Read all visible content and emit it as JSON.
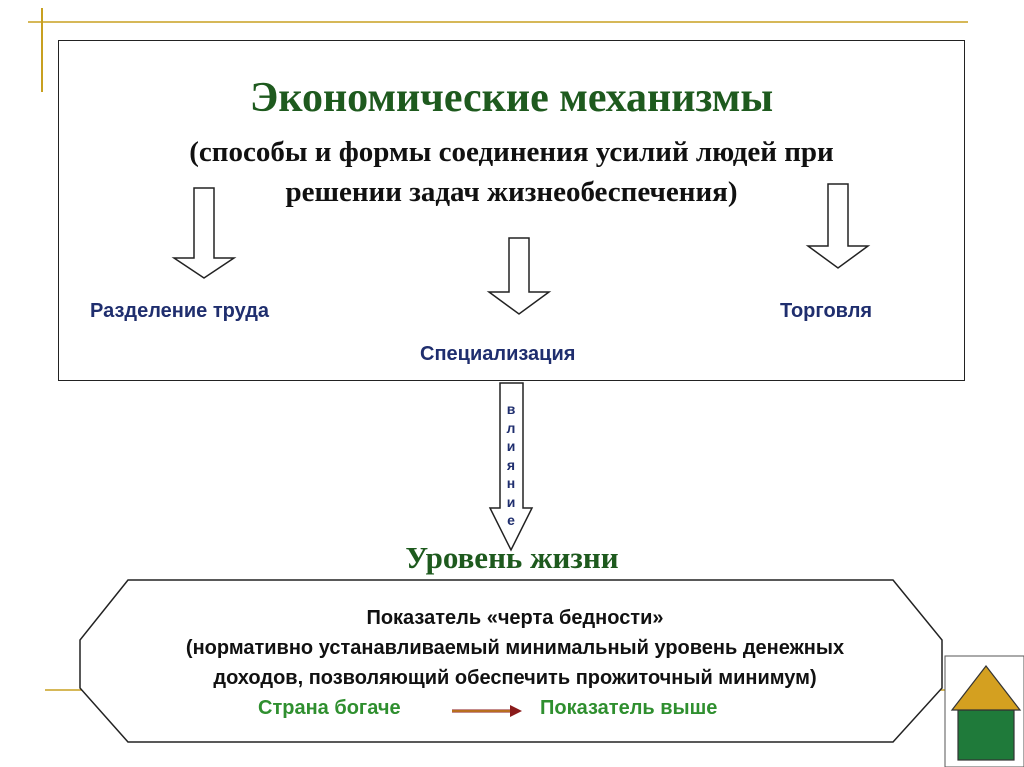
{
  "header": {
    "title": "Экономические механизмы",
    "subtitle_line1": "(способы и формы соединения усилий людей при",
    "subtitle_line2": "решении задач жизнеобеспечения)"
  },
  "mechanisms": {
    "left": "Разделение труда",
    "center": "Специализация",
    "right": "Торговля"
  },
  "connector": {
    "letters": [
      "в",
      "л",
      "и",
      "я",
      "н",
      "и",
      "е"
    ]
  },
  "living_standard": {
    "title": "Уровень жизни",
    "line1": "Показатель «черта бедности»",
    "line2": "(нормативно устанавливаемый минимальный уровень денежных",
    "line3": "доходов, позволяющий обеспечить прожиточный минимум)",
    "cause": "Страна богаче",
    "effect": "Показатель выше"
  },
  "colors": {
    "title_green": "#1e5a1e",
    "label_blue": "#1f2e6e",
    "accent_green": "#2f8f2f",
    "gold": "#c8a020"
  }
}
